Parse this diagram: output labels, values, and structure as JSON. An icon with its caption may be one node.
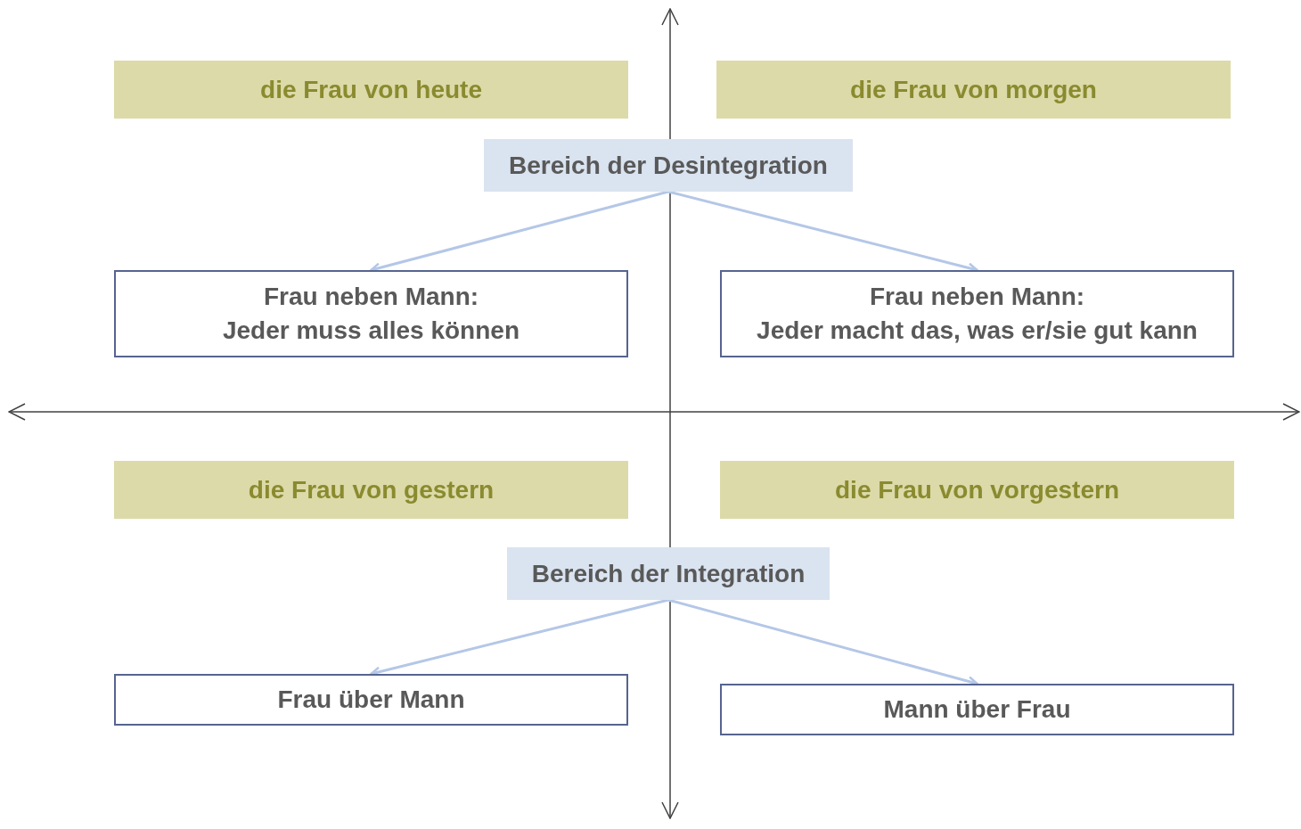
{
  "diagram": {
    "nodes": [
      {
        "text": [
          "die Frau von heute"
        ]
      },
      {
        "text": [
          "die Frau von morgen"
        ]
      },
      {
        "text": [
          "Bereich der Desintegration"
        ]
      },
      {
        "text": [
          "Frau neben Mann:",
          "Jeder muss alles können"
        ]
      },
      {
        "text": [
          "Frau neben Mann:",
          "Jeder macht das, was er/sie gut kann"
        ]
      },
      {
        "text": [
          "die Frau von gestern"
        ]
      },
      {
        "text": [
          "die Frau von vorgestern"
        ]
      },
      {
        "text": [
          "Bereich der Integration"
        ]
      },
      {
        "text": [
          "Frau über Mann"
        ]
      },
      {
        "text": [
          "Mann über Frau"
        ]
      }
    ],
    "edges": [
      {
        "from": 2,
        "to": 3,
        "arrow": "to"
      },
      {
        "from": 2,
        "to": 4,
        "arrow": "to"
      },
      {
        "from": 7,
        "to": 8,
        "arrow": "to"
      },
      {
        "from": 7,
        "to": 9,
        "arrow": "to"
      }
    ]
  }
}
